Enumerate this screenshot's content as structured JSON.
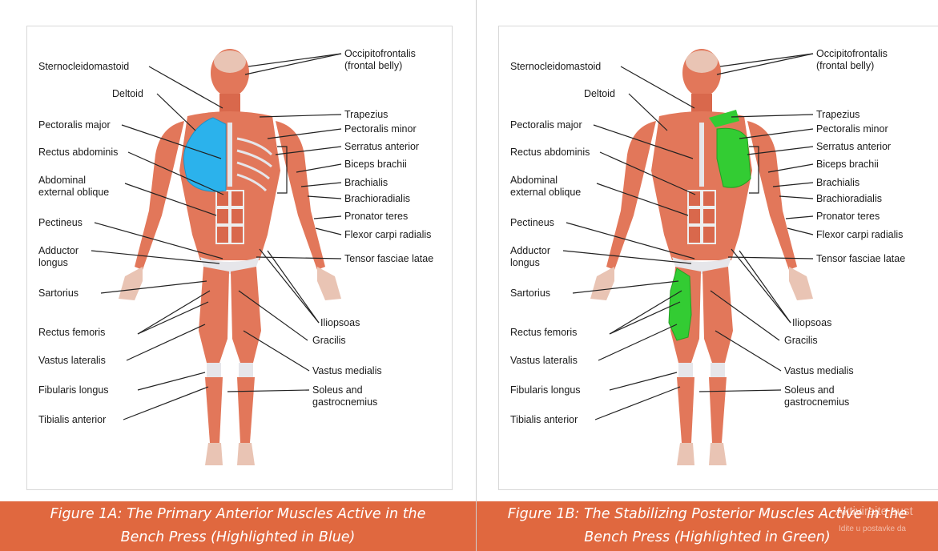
{
  "figures": [
    {
      "caption_line1": "Figure 1A: The Primary Anterior Muscles Active in the",
      "caption_line2": "Bench Press (Highlighted in Blue)",
      "highlight_color": "#2bb2ec"
    },
    {
      "caption_line1": "Figure 1B: The Stabilizing Posterior Muscles Active in the",
      "caption_line2": "Bench Press (Highlighted in Green)",
      "highlight_color": "#33cc33"
    }
  ],
  "labels_left": [
    "Sternocleidomastoid",
    "Deltoid",
    "Pectoralis major",
    "Rectus abdominis",
    "Abdominal",
    "external oblique",
    "Pectineus",
    "Adductor",
    "longus",
    "Sartorius",
    "Rectus femoris",
    "Vastus lateralis",
    "Fibularis longus",
    "Tibialis anterior"
  ],
  "labels_right": [
    "Occipitofrontalis",
    "(frontal belly)",
    "Trapezius",
    "Pectoralis minor",
    "Serratus anterior",
    "Biceps brachii",
    "Brachialis",
    "Brachioradialis",
    "Pronator teres",
    "Flexor carpi radialis",
    "Tensor fasciae latae",
    "Iliopsoas",
    "Gracilis",
    "Vastus medialis",
    "Soleus and",
    "gastrocnemius"
  ],
  "watermark": {
    "line1": "Aktivirajte sust",
    "line2": "Idite u postavke da"
  },
  "colors": {
    "muscle": "#e2775a",
    "muscle_dark": "#c75a3f",
    "tendon": "#e6e6ea",
    "caption_bg": "#e0683f"
  }
}
